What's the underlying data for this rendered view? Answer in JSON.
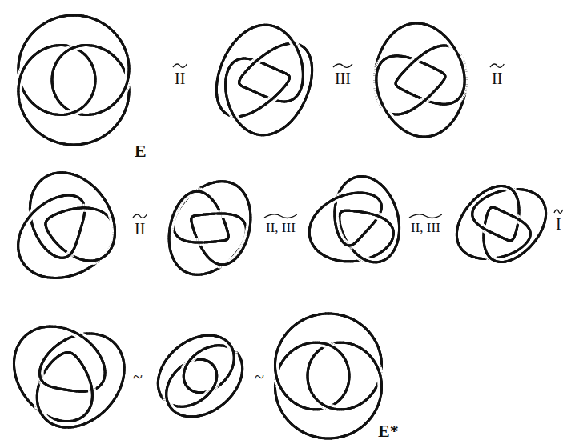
{
  "diagram": {
    "labels": [
      "E",
      "II",
      "III",
      "II",
      "II",
      "II, III",
      "II, III",
      "I",
      "~",
      "~",
      "E*"
    ]
  }
}
